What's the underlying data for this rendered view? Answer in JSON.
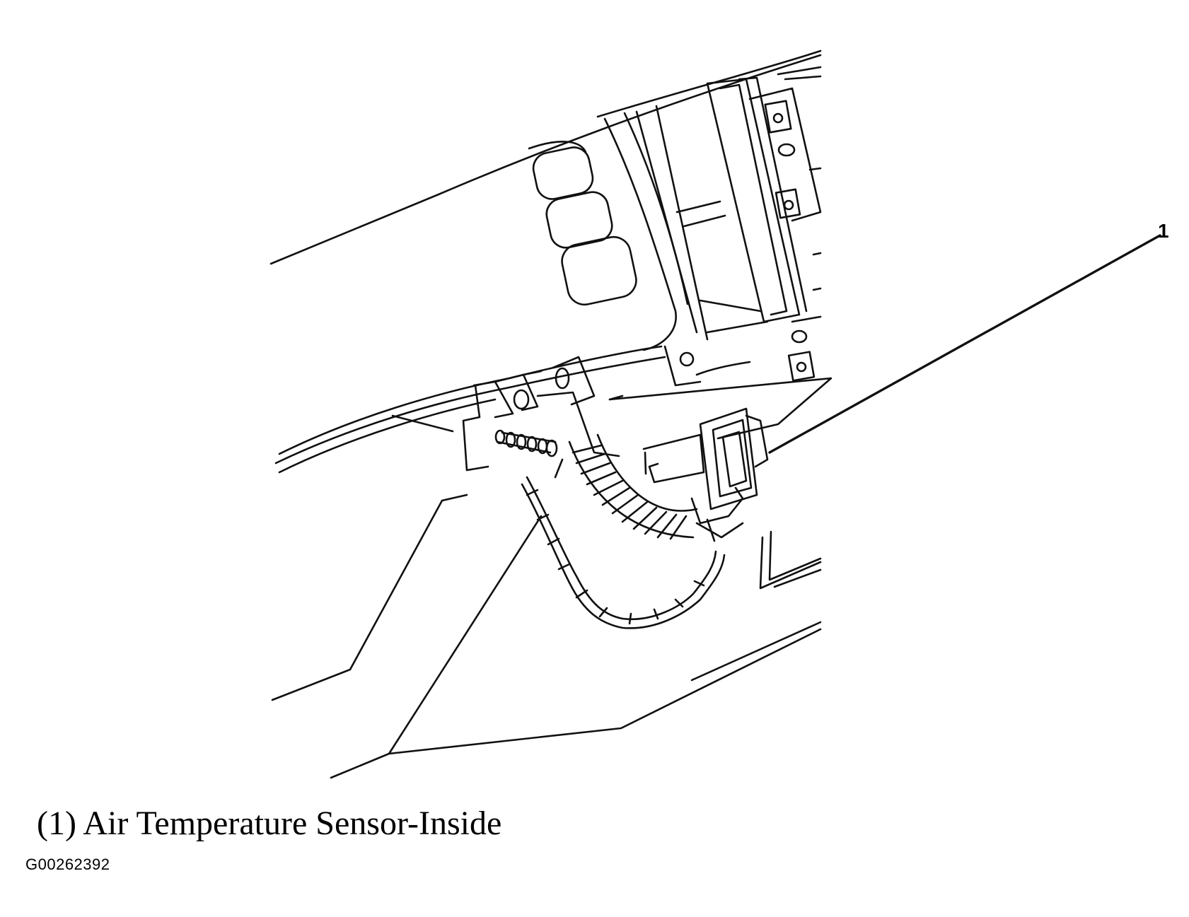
{
  "diagram": {
    "callout_number": "1",
    "caption": "(1) Air Temperature Sensor-Inside",
    "figure_id": "G00262392"
  }
}
